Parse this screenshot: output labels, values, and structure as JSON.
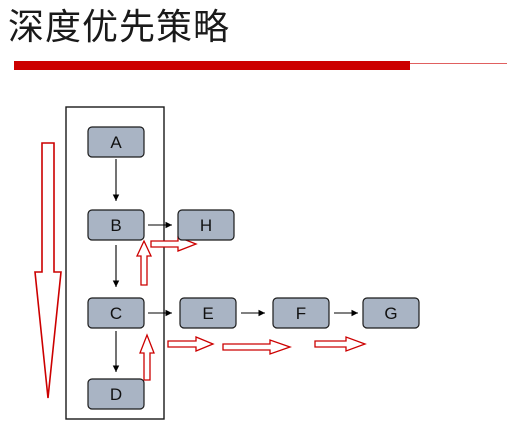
{
  "title": "深度优先策略",
  "colors": {
    "accent": "#cc0000",
    "node_fill": "#a9b4c4",
    "node_stroke": "#1a1a1a",
    "arrow": "#000000"
  },
  "nodes": [
    {
      "id": "A",
      "label": "A"
    },
    {
      "id": "B",
      "label": "B"
    },
    {
      "id": "H",
      "label": "H"
    },
    {
      "id": "C",
      "label": "C"
    },
    {
      "id": "E",
      "label": "E"
    },
    {
      "id": "F",
      "label": "F"
    },
    {
      "id": "G",
      "label": "G"
    },
    {
      "id": "D",
      "label": "D"
    }
  ],
  "edges": [
    {
      "from": "A",
      "to": "B"
    },
    {
      "from": "B",
      "to": "C"
    },
    {
      "from": "C",
      "to": "D"
    },
    {
      "from": "B",
      "to": "H"
    },
    {
      "from": "C",
      "to": "E"
    },
    {
      "from": "E",
      "to": "F"
    },
    {
      "from": "F",
      "to": "G"
    }
  ]
}
